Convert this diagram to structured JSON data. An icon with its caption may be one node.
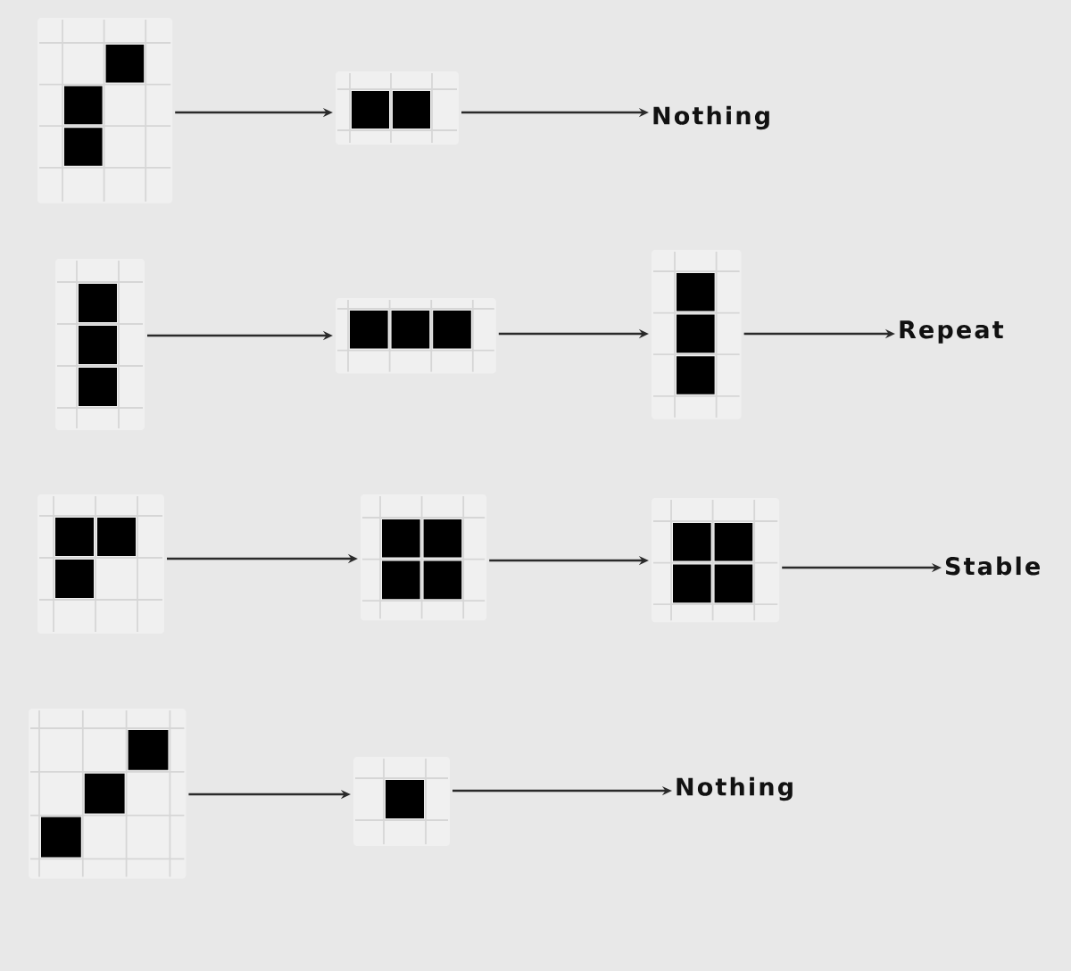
{
  "diagram": {
    "nodes": [
      {
        "text": [],
        "shape": "grid"
      },
      {
        "text": [],
        "shape": "grid"
      },
      {
        "text": [
          "Nothing"
        ]
      },
      {
        "text": [],
        "shape": "grid"
      },
      {
        "text": [],
        "shape": "grid"
      },
      {
        "text": [],
        "shape": "grid"
      },
      {
        "text": [
          "Repeat"
        ]
      },
      {
        "text": [],
        "shape": "grid"
      },
      {
        "text": [],
        "shape": "grid"
      },
      {
        "text": [],
        "shape": "grid"
      },
      {
        "text": [
          "Stable"
        ]
      },
      {
        "text": [],
        "shape": "grid"
      },
      {
        "text": [],
        "shape": "grid"
      },
      {
        "text": [
          "Nothing"
        ]
      }
    ],
    "edges": [
      {
        "from": 0,
        "to": 1,
        "arrow": "to"
      },
      {
        "from": 1,
        "to": 2,
        "arrow": "to"
      },
      {
        "from": 3,
        "to": 4,
        "arrow": "to"
      },
      {
        "from": 4,
        "to": 5,
        "arrow": "to"
      },
      {
        "from": 5,
        "to": 6,
        "arrow": "to"
      },
      {
        "from": 7,
        "to": 8,
        "arrow": "to"
      },
      {
        "from": 8,
        "to": 9,
        "arrow": "to"
      },
      {
        "from": 9,
        "to": 10,
        "arrow": "to"
      },
      {
        "from": 11,
        "to": 12,
        "arrow": "to"
      },
      {
        "from": 12,
        "to": 13,
        "arrow": "to"
      }
    ]
  }
}
